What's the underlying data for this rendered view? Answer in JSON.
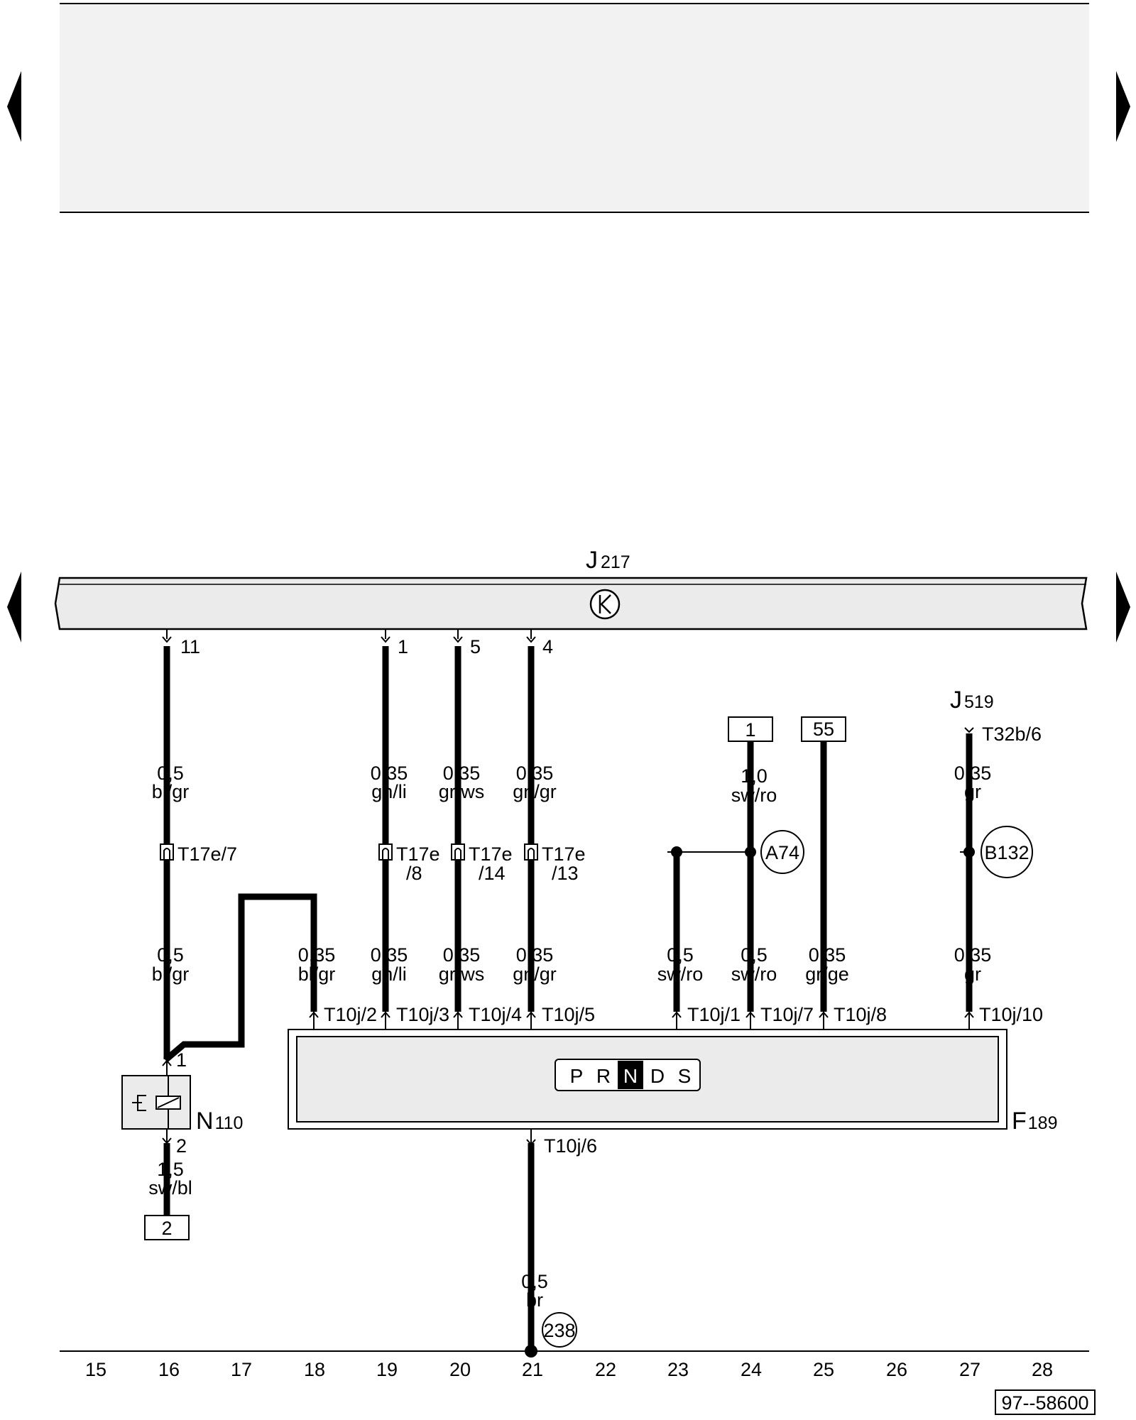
{
  "colors": {
    "wire": "#000000",
    "panel_fill": "#f2f2f2",
    "component_fill": "#ebebeb",
    "background": "#ffffff"
  },
  "components": {
    "control_unit": {
      "main": "J",
      "sub": "217",
      "symbol_icon": "k-circle-icon"
    },
    "selector": {
      "main": "F",
      "sub": "189",
      "gears": [
        "P",
        "R",
        "N",
        "D",
        "S"
      ],
      "active_gear": "N"
    },
    "solenoid": {
      "main": "N",
      "sub": "110",
      "pin_top": "1",
      "pin_bottom": "2",
      "wire_gauge": "1,5",
      "wire_color": "sw/bl"
    },
    "j519": {
      "main": "J",
      "sub": "519",
      "connector": "T32b/6"
    }
  },
  "ref_boxes": [
    "1",
    "55",
    "2"
  ],
  "doc_id": "97--58600",
  "control_unit_pins": [
    "11",
    "1",
    "5",
    "4"
  ],
  "upper_wires": [
    {
      "gauge": "0,5",
      "color": "bl/gr"
    },
    {
      "gauge": "0,35",
      "color": "gn/li"
    },
    {
      "gauge": "0,35",
      "color": "gr/ws"
    },
    {
      "gauge": "0,35",
      "color": "gn/gr"
    },
    {
      "gauge": "1,0",
      "color": "sw/ro"
    },
    {
      "gauge": "0,35",
      "color": "gr"
    }
  ],
  "splice_connectors": [
    {
      "line1": "T17e/7",
      "line2": ""
    },
    {
      "line1": "T17e",
      "line2": "/8"
    },
    {
      "line1": "T17e",
      "line2": "/14"
    },
    {
      "line1": "T17e",
      "line2": "/13"
    }
  ],
  "junction_points": [
    "A74",
    "B132",
    "238"
  ],
  "lower_wires": [
    {
      "gauge": "0,5",
      "color": "bl/gr"
    },
    {
      "gauge": "0,35",
      "color": "bl/gr"
    },
    {
      "gauge": "0,35",
      "color": "gn/li"
    },
    {
      "gauge": "0,35",
      "color": "gr/ws"
    },
    {
      "gauge": "0,35",
      "color": "gn/gr"
    },
    {
      "gauge": "0,5",
      "color": "sw/ro"
    },
    {
      "gauge": "0,5",
      "color": "sw/ro"
    },
    {
      "gauge": "0,35",
      "color": "gr/ge"
    },
    {
      "gauge": "0,35",
      "color": "gr"
    }
  ],
  "selector_pins": [
    "T10j/2",
    "T10j/3",
    "T10j/4",
    "T10j/5",
    "T10j/1",
    "T10j/7",
    "T10j/8",
    "T10j/10"
  ],
  "selector_bottom_pin": "T10j/6",
  "ground_wire": {
    "gauge": "0,5",
    "color": "br"
  },
  "grid_numbers": [
    "15",
    "16",
    "17",
    "18",
    "19",
    "20",
    "21",
    "22",
    "23",
    "24",
    "25",
    "26",
    "27",
    "28"
  ]
}
